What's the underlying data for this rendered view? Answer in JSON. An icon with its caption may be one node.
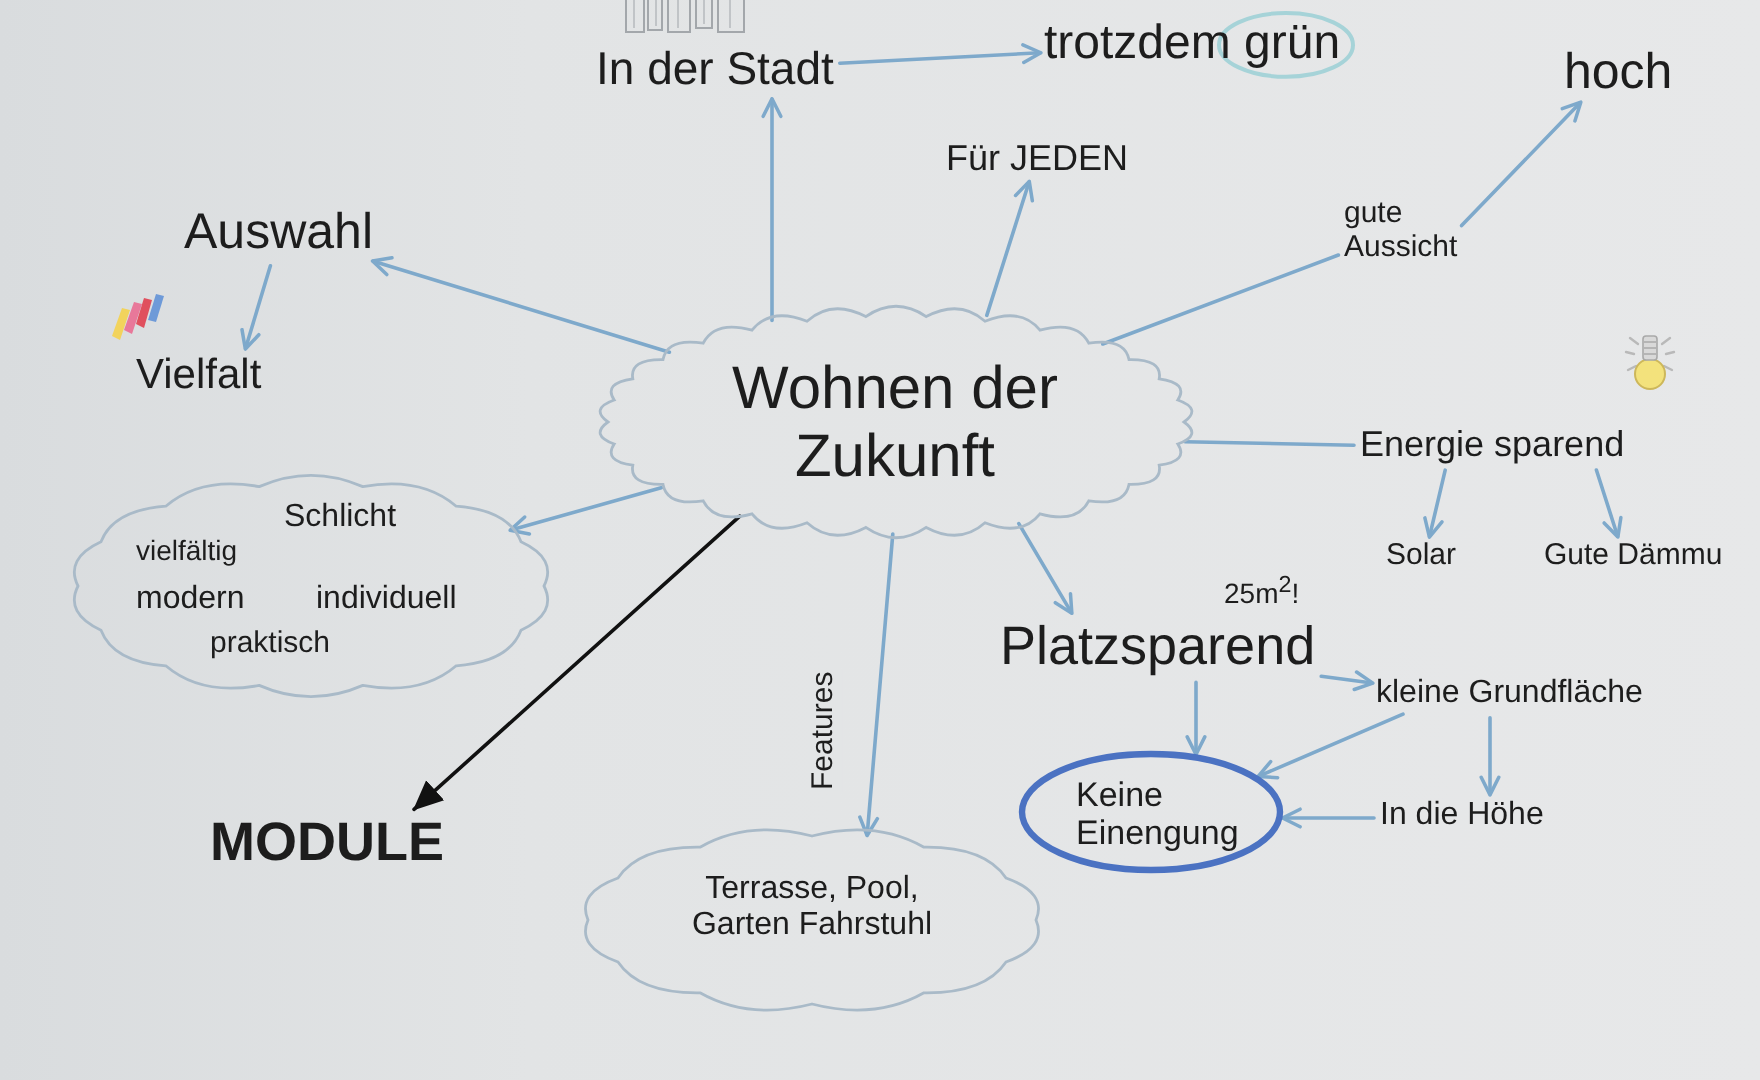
{
  "diagram": {
    "nodes": [
      {
        "text": [
          "Wohnen der Zukunft"
        ]
      },
      {
        "text": [
          "In der Stadt"
        ]
      },
      {
        "text": [
          "trotzdem grün"
        ]
      },
      {
        "text": [
          "hoch"
        ]
      },
      {
        "text": [
          "Für JEDEN"
        ]
      },
      {
        "text": [
          "Auswahl"
        ]
      },
      {
        "text": [
          "gute Aussicht"
        ]
      },
      {
        "text": [
          "Vielfalt"
        ]
      },
      {
        "text": [
          "Energie sparend"
        ]
      },
      {
        "text": [
          "Schlicht",
          "vielfältig",
          "modern",
          "individuell",
          "praktisch"
        ]
      },
      {
        "text": [
          "Solar"
        ]
      },
      {
        "text": [
          "Gute Dämmu"
        ]
      },
      {
        "text": [
          "Platzsparend"
        ],
        "beside": [
          "25m$^{2}$!"
        ]
      },
      {
        "text": [
          "kleine Grundfläche"
        ]
      },
      {
        "text": [
          "Keine Einengung"
        ]
      },
      {
        "text": [
          "In die Höhe"
        ]
      },
      {
        "text": [
          "MODULE"
        ]
      },
      {
        "text": [
          "Terrasse, Pool, Garten Fahrstuhl"
        ]
      }
    ],
    "edges": [
      {
        "from": 0,
        "to": 1,
        "arrow": "to"
      },
      {
        "from": 1,
        "to": 2,
        "arrow": "to"
      },
      {
        "from": 0,
        "to": 4,
        "arrow": "to"
      },
      {
        "from": 0,
        "to": 6,
        "arrow": "none"
      },
      {
        "from": 6,
        "to": 3,
        "arrow": "to"
      },
      {
        "from": 0,
        "to": 5,
        "arrow": "to"
      },
      {
        "from": 5,
        "to": 7,
        "arrow": "to"
      },
      {
        "from": 0,
        "to": 8,
        "arrow": "none"
      },
      {
        "from": 8,
        "to": 10,
        "arrow": "to"
      },
      {
        "from": 8,
        "to": 11,
        "arrow": "to"
      },
      {
        "from": 0,
        "to": 9,
        "arrow": "to"
      },
      {
        "from": 0,
        "to": 12,
        "arrow": "to"
      },
      {
        "from": 12,
        "to": 14,
        "arrow": "to"
      },
      {
        "from": 12,
        "to": 13,
        "arrow": "to"
      },
      {
        "from": 13,
        "to": 14,
        "arrow": "to"
      },
      {
        "from": 13,
        "to": 15,
        "arrow": "to"
      },
      {
        "from": 15,
        "to": 14,
        "arrow": "to"
      },
      {
        "from": 0,
        "to": 16,
        "arrow": "to",
        "color": "#111111"
      },
      {
        "from": 0,
        "to": 17,
        "arrow": "to",
        "label": "Features"
      }
    ]
  }
}
